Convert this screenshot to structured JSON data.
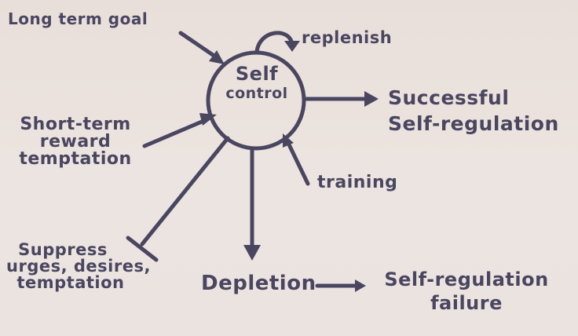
{
  "diagram": {
    "colors": {
      "ink": "#4a4660",
      "background": "#ebe3df"
    },
    "center_node": {
      "line1": "Self",
      "line2": "control"
    },
    "inputs": {
      "long_term_goal": "Long term goal",
      "short_term": {
        "line1": "Short-term",
        "line2": "reward",
        "line3": "temptation"
      },
      "training": "training",
      "replenish": "replenish"
    },
    "outputs": {
      "success": {
        "line1": "Successful",
        "line2": "Self-regulation"
      },
      "suppress": {
        "line1": "Suppress",
        "line2": "urges, desires,",
        "line3": "temptation"
      },
      "depletion": "Depletion",
      "failure": {
        "line1": "Self-regulation",
        "line2": "failure"
      }
    },
    "edges": [
      {
        "from": "Long term goal",
        "to": "Self control",
        "type": "arrow"
      },
      {
        "from": "Short-term reward temptation",
        "to": "Self control",
        "type": "arrow"
      },
      {
        "from": "training",
        "to": "Self control",
        "type": "arrow"
      },
      {
        "from": "Self control",
        "to": "Self control",
        "type": "self-loop",
        "label": "replenish"
      },
      {
        "from": "Self control",
        "to": "Successful Self-regulation",
        "type": "arrow"
      },
      {
        "from": "Self control",
        "to": "Suppress urges, desires, temptation",
        "type": "inhibit"
      },
      {
        "from": "Self control",
        "to": "Depletion",
        "type": "arrow"
      },
      {
        "from": "Depletion",
        "to": "Self-regulation failure",
        "type": "arrow"
      }
    ]
  }
}
